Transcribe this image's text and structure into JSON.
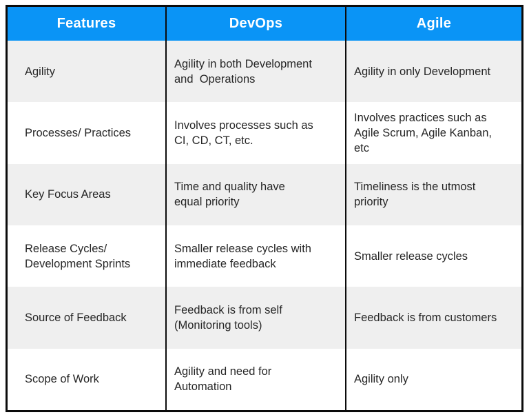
{
  "chart_data": {
    "type": "table",
    "title": "",
    "columns": [
      "Features",
      "DevOps",
      "Agile"
    ],
    "rows": [
      [
        "Agility",
        "Agility in both Development\nand  Operations",
        "Agility in only Development"
      ],
      [
        "Processes/ Practices",
        "Involves processes such as\nCI, CD, CT, etc.",
        "Involves practices such as\nAgile Scrum, Agile Kanban,\netc"
      ],
      [
        "Key Focus Areas",
        "Time and quality have\nequal priority",
        "Timeliness is the utmost\npriority"
      ],
      [
        "Release Cycles/\nDevelopment Sprints",
        "Smaller release cycles with\nimmediate feedback",
        "Smaller release cycles"
      ],
      [
        "Source of Feedback",
        "Feedback is from self\n(Monitoring tools)",
        "Feedback is from customers"
      ],
      [
        "Scope of Work",
        "Agility and need for\nAutomation",
        "Agility only"
      ]
    ],
    "layout": {
      "header_align": "center",
      "body_align": "left",
      "row_striping": "shaded, plain alternating starting shaded",
      "grid_lines": "vertical column separators and outer border only"
    },
    "colors": {
      "header_bg": "#0a94f6",
      "header_text": "#ffffff",
      "row_shaded_bg": "#efefef",
      "row_plain_bg": "#ffffff",
      "border": "#0b0b0b",
      "body_text": "#262626"
    }
  }
}
